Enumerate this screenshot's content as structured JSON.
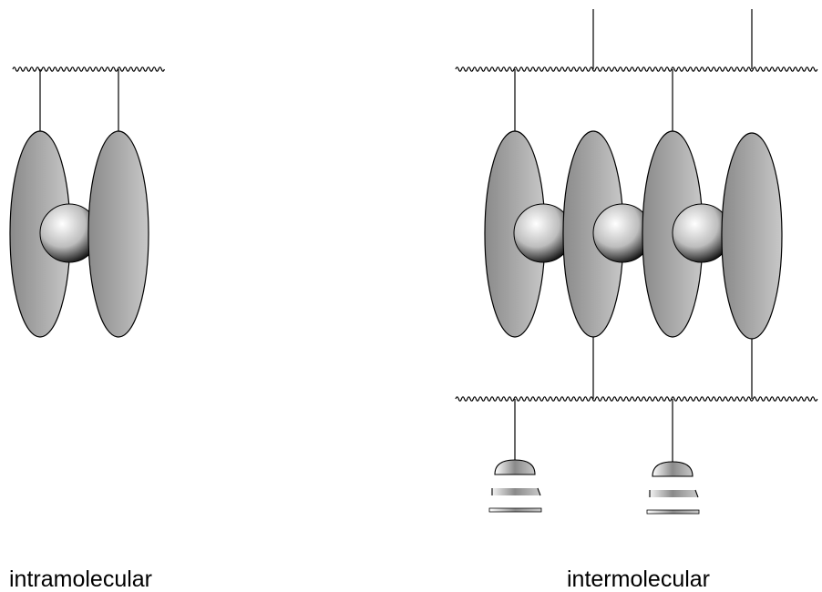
{
  "labels": {
    "left": "intramolecular",
    "right": "intermolecular"
  },
  "colors": {
    "line": "#000000",
    "disc_light": "#c8c8c8",
    "disc_dark": "#8a8a8a",
    "sphere_light": "#ffffff",
    "sphere_dark": "#000000",
    "background": "#ffffff"
  },
  "icons": {
    "disc": "grey-ellipse-disc",
    "sphere": "white-shaded-sphere",
    "backbone": "wavy-polymer-backbone",
    "stack": "stacked-disc-layers"
  }
}
